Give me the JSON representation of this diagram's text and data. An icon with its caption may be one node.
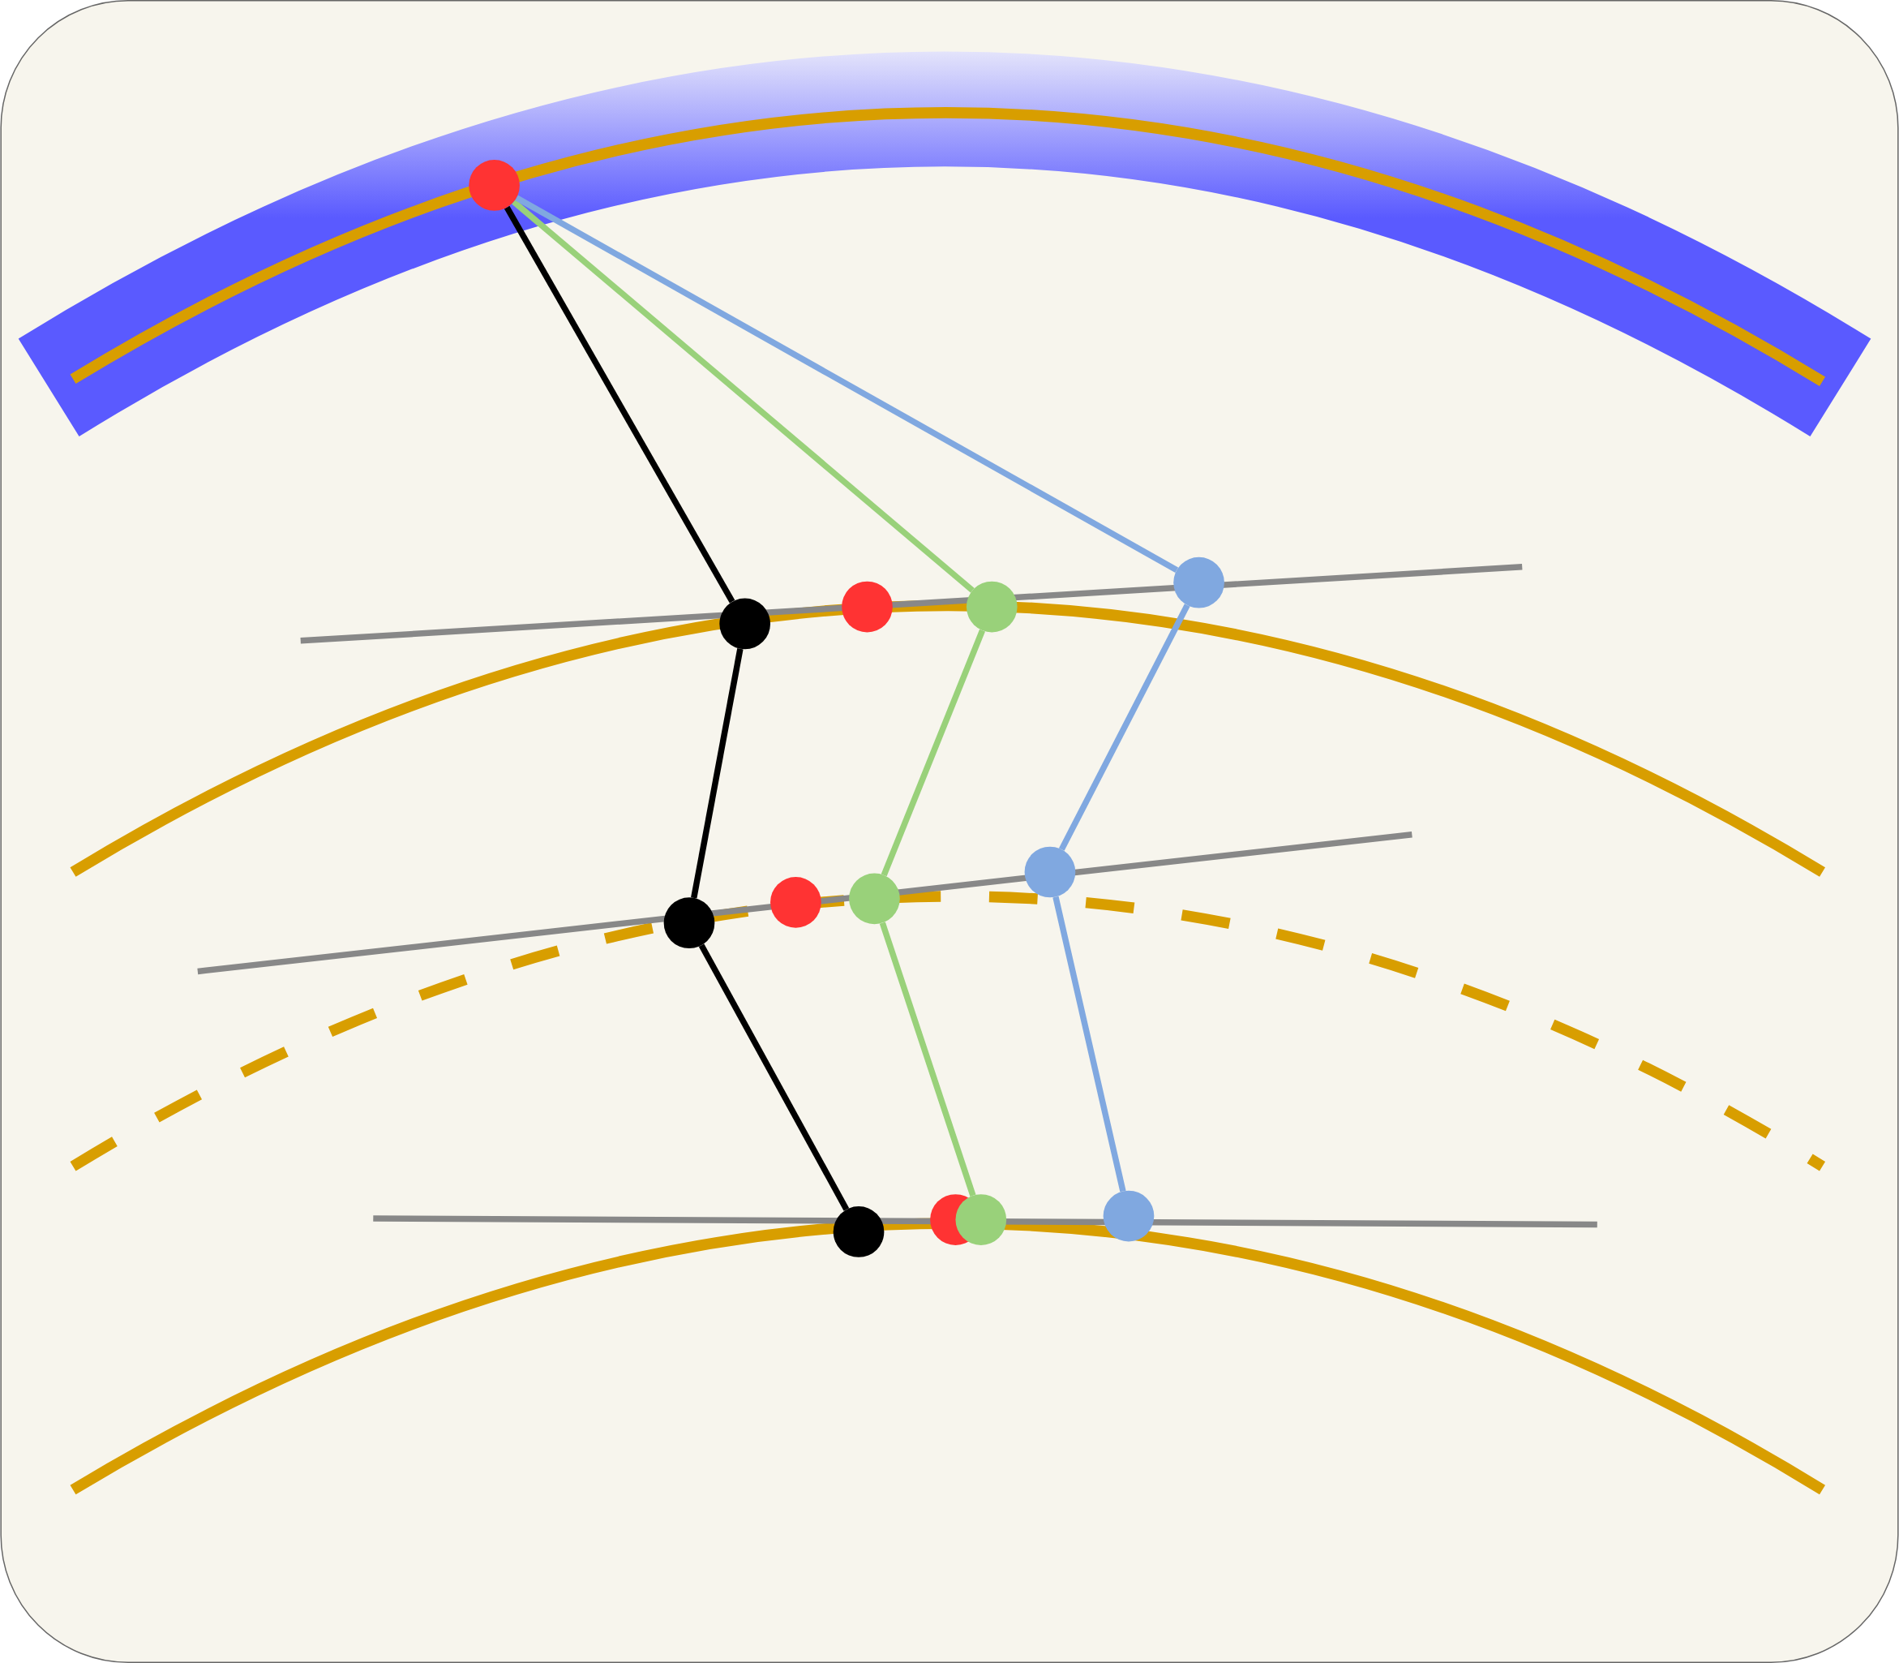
{
  "diagram": {
    "nodes": [
      {
        "text": [],
        "shape": "circle"
      },
      {
        "text": [],
        "shape": "circle"
      },
      {
        "text": [],
        "shape": "circle"
      },
      {
        "text": [],
        "shape": "circle"
      },
      {
        "text": [],
        "shape": "circle"
      },
      {
        "text": [],
        "shape": "circle"
      },
      {
        "text": [],
        "shape": "circle"
      },
      {
        "text": [],
        "shape": "circle"
      },
      {
        "text": [],
        "shape": "circle"
      },
      {
        "text": [],
        "shape": "circle"
      },
      {
        "text": [],
        "shape": "circle"
      },
      {
        "text": [],
        "shape": "circle"
      },
      {
        "text": [],
        "shape": "circle"
      }
    ],
    "edges": [
      {
        "from": 0,
        "to": 1,
        "arrow": "none",
        "color": "#000000"
      },
      {
        "from": 0,
        "to": 3,
        "arrow": "none",
        "color": "#99d17a"
      },
      {
        "from": 0,
        "to": 4,
        "arrow": "none",
        "color": "#80a8e0"
      },
      {
        "from": 1,
        "to": 5,
        "arrow": "none",
        "color": "#000000"
      },
      {
        "from": 3,
        "to": 7,
        "arrow": "none",
        "color": "#99d17a"
      },
      {
        "from": 4,
        "to": 8,
        "arrow": "none",
        "color": "#80a8e0"
      },
      {
        "from": 5,
        "to": 9,
        "arrow": "none",
        "color": "#000000"
      },
      {
        "from": 7,
        "to": 11,
        "arrow": "none",
        "color": "#99d17a"
      },
      {
        "from": 8,
        "to": 12,
        "arrow": "none",
        "color": "#80a8e0"
      }
    ]
  }
}
